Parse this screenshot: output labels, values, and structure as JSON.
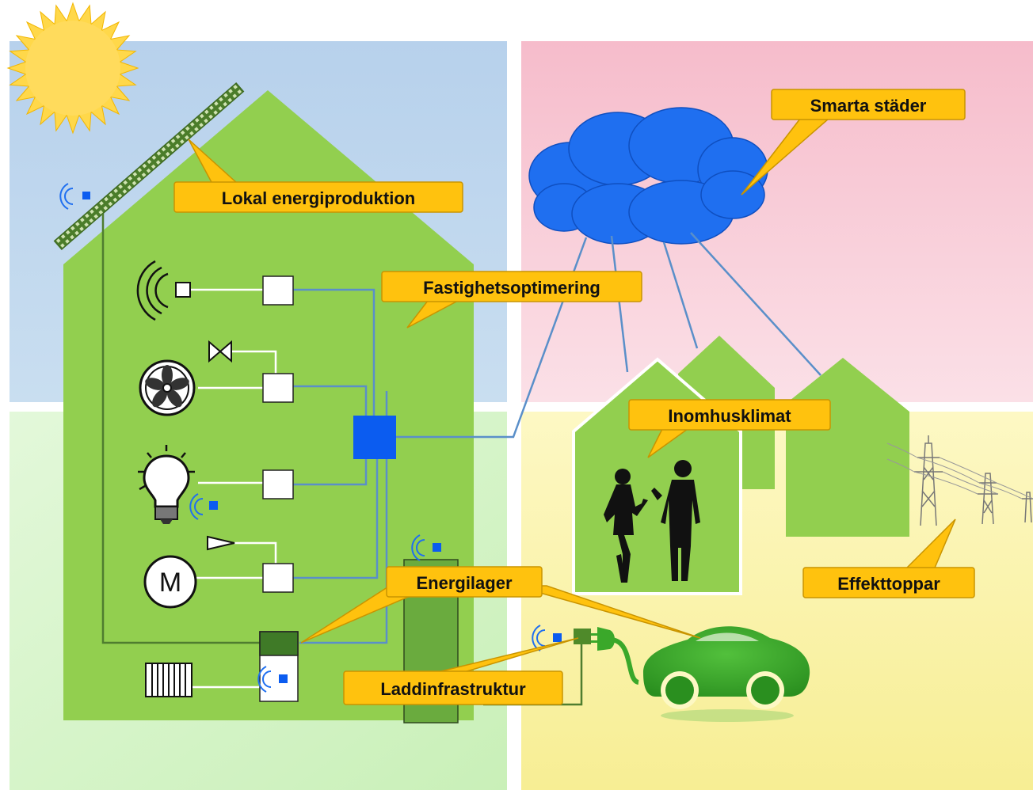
{
  "callouts": {
    "local_production": "Lokal energiproduktion",
    "smart_cities": "Smarta städer",
    "property_optimization": "Fastighetsoptimering",
    "indoor_climate": "Inomhusklimat",
    "energy_storage": "Energilager",
    "peak_power": "Effekttoppar",
    "charging": "Laddinfrastruktur"
  },
  "icons": {
    "motor_letter": "M"
  },
  "colors": {
    "quadrant_top_left": "#bcd5ea",
    "quadrant_top_right": "#f7c6d2",
    "quadrant_bottom_left": "#d6f5c9",
    "quadrant_bottom_right": "#fbf4a6",
    "house_green": "#92cf4f",
    "dark_green": "#4f8a2a",
    "hub_blue": "#0b5cf0",
    "wire_blue": "#5a8fc9",
    "callout_fill": "#ffc20e",
    "callout_border": "#c99400",
    "cloud_blue": "#1f6ff0",
    "car_green": "#3aa82a",
    "sun_yellow": "#ffd84a"
  }
}
